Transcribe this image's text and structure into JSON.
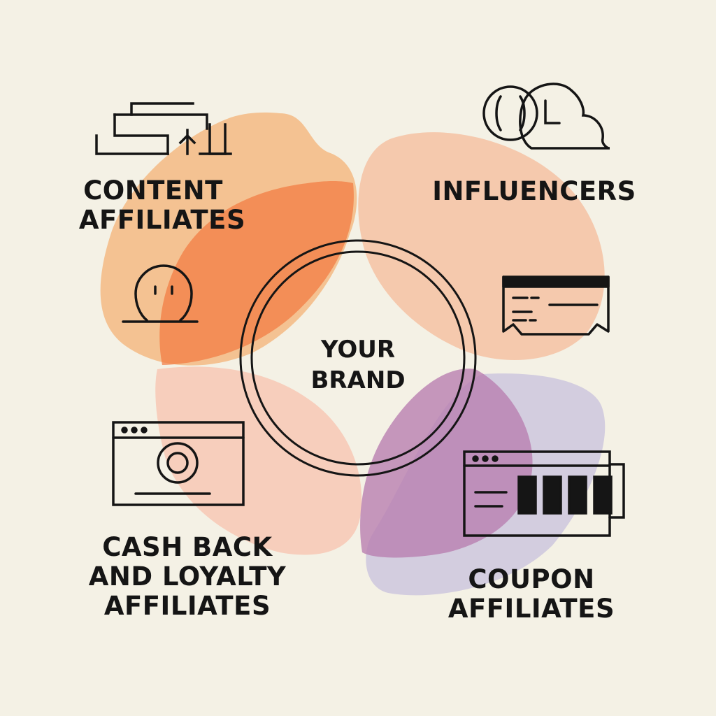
{
  "center": {
    "line1": "YOUR",
    "line2": "BRAND"
  },
  "segments": {
    "content": {
      "line1": "CONTENT",
      "line2": "AFFILIATES",
      "icons": [
        "layout-blocks-icon",
        "face-on-line-icon"
      ],
      "color": "#f4a35a"
    },
    "influencers": {
      "line1": "INFLUENCERS",
      "icons": [
        "chat-bubbles-icon",
        "ticket-card-icon"
      ],
      "color": "#f6a77f"
    },
    "cashback": {
      "line1": "CASH BACK",
      "line2": "AND LOYALTY",
      "line3": "AFFILIATES",
      "icons": [
        "browser-target-icon"
      ],
      "color": "#f8c2ae"
    },
    "coupon": {
      "line1": "COUPON",
      "line2": "AFFILIATES",
      "icons": [
        "browser-barcode-icon"
      ],
      "color": "#b97fb0"
    }
  },
  "colors": {
    "background": "#f4f1e5",
    "ink": "#151515",
    "orange_light": "#f4a35a",
    "orange_deep": "#f2773e",
    "peach": "#f6a77f",
    "pink": "#f8c2ae",
    "purple": "#b97fb0",
    "lavender": "#cfc9de"
  }
}
